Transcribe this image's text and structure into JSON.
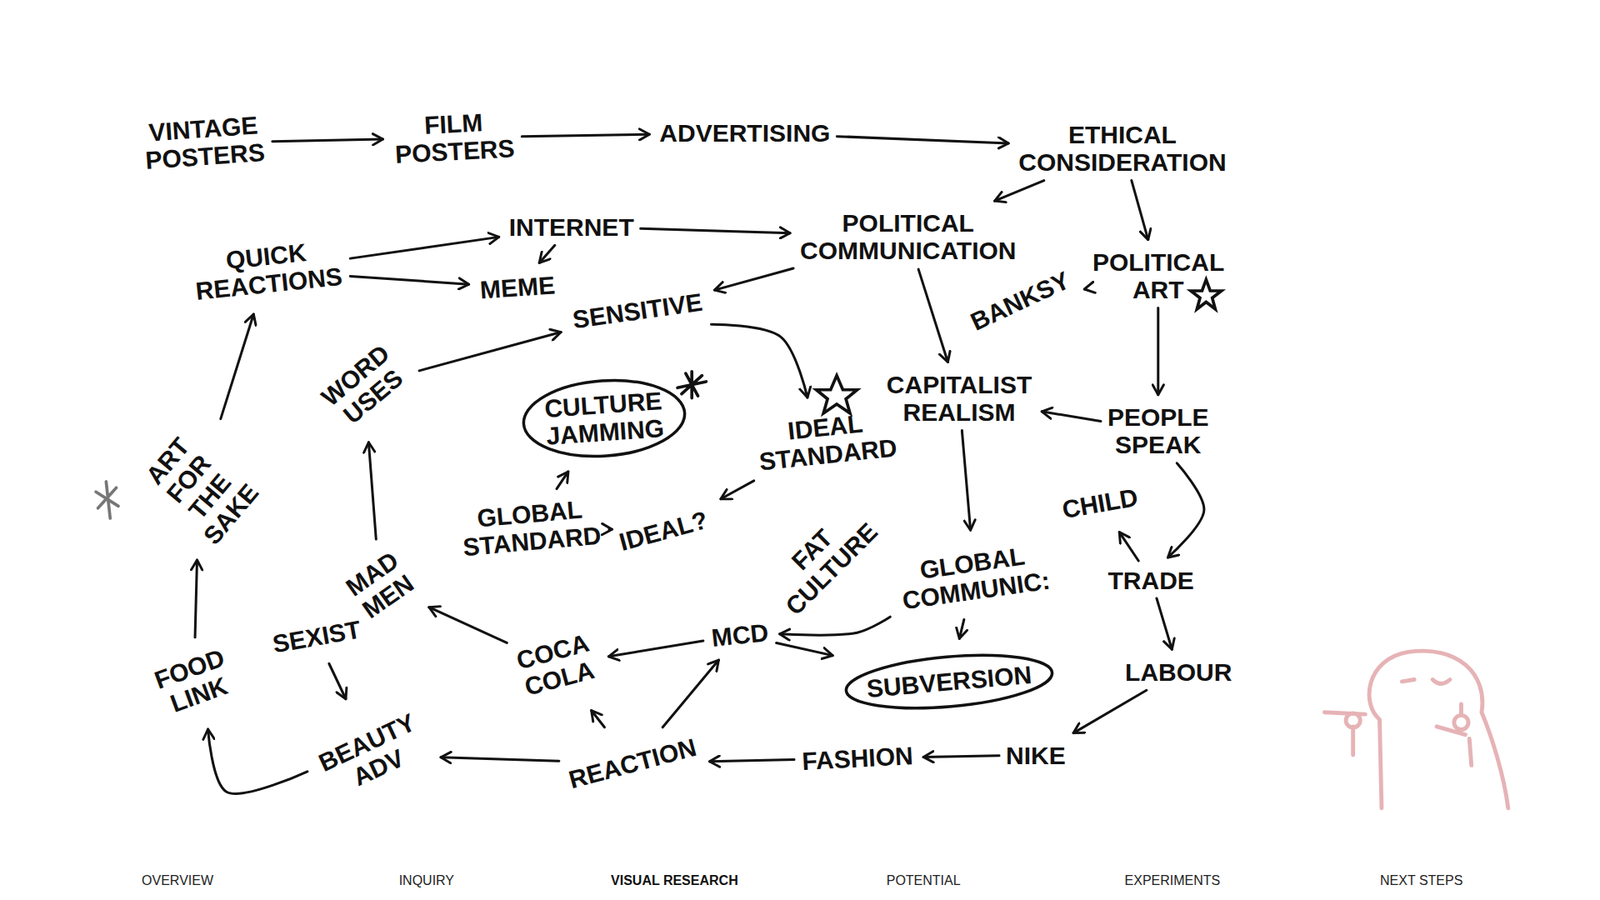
{
  "diagram": {
    "nodes": [
      {
        "text": [
          "VINTAGE POSTERS"
        ]
      },
      {
        "text": [
          "FILM POSTERS"
        ]
      },
      {
        "text": [
          "ADVERTISING"
        ]
      },
      {
        "text": [
          "ETHICAL CONSIDERATION"
        ]
      },
      {
        "text": [
          "QUICK REACTIONS"
        ]
      },
      {
        "text": [
          "INTERNET"
        ]
      },
      {
        "text": [
          "POLITICAL COMMUNICATION"
        ]
      },
      {
        "text": [
          "POLITICAL ART"
        ]
      },
      {
        "text": [
          "MEME"
        ]
      },
      {
        "text": [
          "SENSITIVE"
        ]
      },
      {
        "text": [
          "BANKSY"
        ]
      },
      {
        "text": [
          "WORD USES"
        ]
      },
      {
        "text": [
          "CULTURE JAMMING"
        ]
      },
      {
        "text": [
          "IDEAL STANDARD"
        ]
      },
      {
        "text": [
          "CAPITALIST REALISM"
        ]
      },
      {
        "text": [
          "PEOPLE SPEAK"
        ]
      },
      {
        "text": [
          "ART FOR THE SAKE"
        ]
      },
      {
        "text": [
          "GLOBAL STANDARD"
        ]
      },
      {
        "text": [
          "IDEAL?"
        ]
      },
      {
        "text": [
          "FAT CULTURE"
        ]
      },
      {
        "text": [
          "GLOBAL COMMUNIC:"
        ]
      },
      {
        "text": [
          "CHILD"
        ]
      },
      {
        "text": [
          "TRADE"
        ]
      },
      {
        "text": [
          "MAD MEN"
        ]
      },
      {
        "text": [
          "SEXIST"
        ]
      },
      {
        "text": [
          "MCD"
        ]
      },
      {
        "text": [
          "COCA COLA"
        ]
      },
      {
        "text": [
          "SUBVERSION"
        ]
      },
      {
        "text": [
          "LABOUR"
        ]
      },
      {
        "text": [
          "FOOD LINK"
        ]
      },
      {
        "text": [
          "BEAUTY ADV"
        ]
      },
      {
        "text": [
          "REACTION"
        ]
      },
      {
        "text": [
          "FASHION"
        ]
      },
      {
        "text": [
          "NIKE"
        ]
      }
    ],
    "edges": [
      {
        "from": 0,
        "to": 1,
        "arrow": "to"
      },
      {
        "from": 1,
        "to": 2,
        "arrow": "to"
      },
      {
        "from": 2,
        "to": 3,
        "arrow": "to"
      },
      {
        "from": 3,
        "to": 6,
        "arrow": "to"
      },
      {
        "from": 3,
        "to": 7,
        "arrow": "to"
      },
      {
        "from": 4,
        "to": 5,
        "arrow": "to"
      },
      {
        "from": 4,
        "to": 8,
        "arrow": "to"
      },
      {
        "from": 5,
        "to": 6,
        "arrow": "to"
      },
      {
        "from": 5,
        "to": 8,
        "arrow": "to"
      },
      {
        "from": 6,
        "to": 9,
        "arrow": "to"
      },
      {
        "from": 6,
        "to": 14,
        "arrow": "to"
      },
      {
        "from": 7,
        "to": 10,
        "arrow": "to"
      },
      {
        "from": 7,
        "to": 15,
        "arrow": "to"
      },
      {
        "from": 15,
        "to": 14,
        "arrow": "to"
      },
      {
        "from": 11,
        "to": 9,
        "arrow": "to"
      },
      {
        "from": 9,
        "to": 13,
        "arrow": "to"
      },
      {
        "from": 13,
        "to": 18,
        "arrow": "to"
      },
      {
        "from": 18,
        "to": 17,
        "arrow": "to"
      },
      {
        "from": 17,
        "to": 12,
        "arrow": "to"
      },
      {
        "from": 16,
        "to": 4,
        "arrow": "to"
      },
      {
        "from": 29,
        "to": 16,
        "arrow": "to"
      },
      {
        "from": 30,
        "to": 29,
        "arrow": "to"
      },
      {
        "from": 24,
        "to": 30,
        "arrow": "to"
      },
      {
        "from": 23,
        "to": 11,
        "arrow": "to"
      },
      {
        "from": 26,
        "to": 23,
        "arrow": "to"
      },
      {
        "from": 25,
        "to": 26,
        "arrow": "to"
      },
      {
        "from": 25,
        "to": 27,
        "arrow": "to"
      },
      {
        "from": 31,
        "to": 26,
        "arrow": "to"
      },
      {
        "from": 31,
        "to": 25,
        "arrow": "to"
      },
      {
        "from": 14,
        "to": 20,
        "arrow": "to"
      },
      {
        "from": 20,
        "to": 25,
        "arrow": "to"
      },
      {
        "from": 20,
        "to": 27,
        "arrow": "to"
      },
      {
        "from": 22,
        "to": 21,
        "arrow": "to"
      },
      {
        "from": 15,
        "to": 22,
        "arrow": "to"
      },
      {
        "from": 22,
        "to": 28,
        "arrow": "to"
      },
      {
        "from": 28,
        "to": 33,
        "arrow": "to"
      },
      {
        "from": 33,
        "to": 32,
        "arrow": "to"
      },
      {
        "from": 32,
        "to": 31,
        "arrow": "to"
      },
      {
        "from": 31,
        "to": 30,
        "arrow": "to"
      }
    ],
    "labels": [
      "OVERVIEW",
      "INQUIRY",
      "VISUAL RESEARCH",
      "POTENTIAL",
      "EXPERIMENTS",
      "NEXT STEPS"
    ]
  }
}
